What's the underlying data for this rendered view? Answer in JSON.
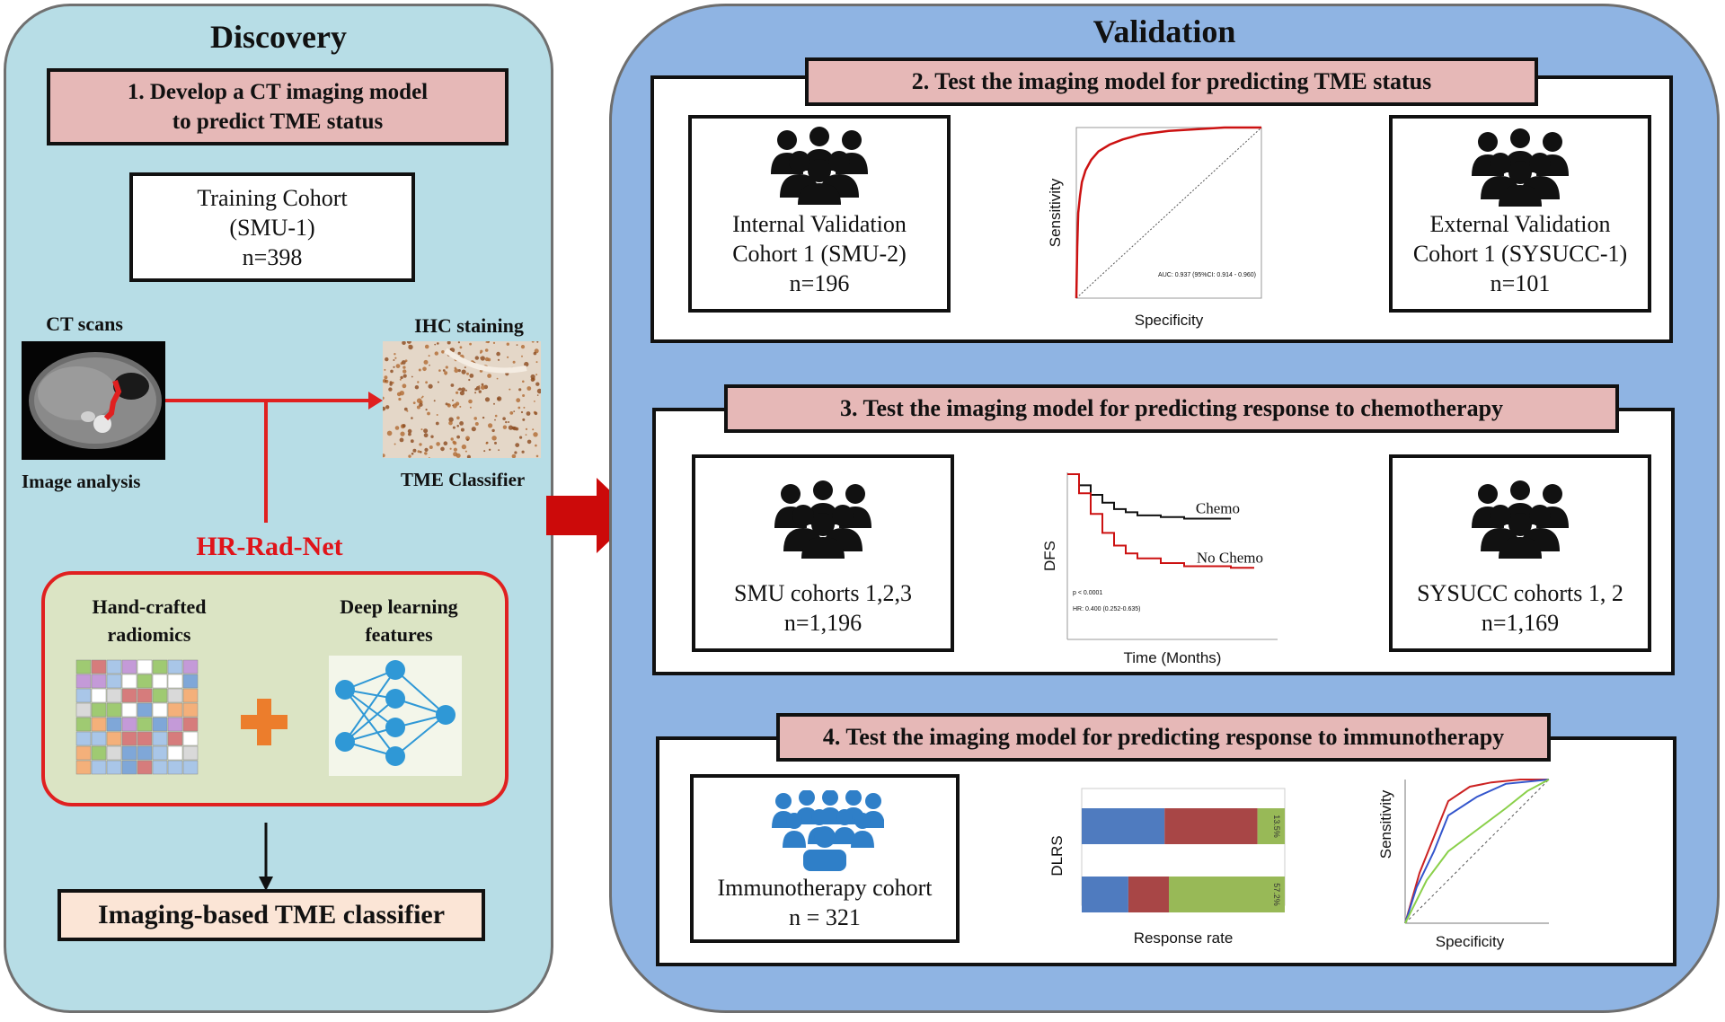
{
  "discovery": {
    "title": "Discovery",
    "step1": [
      "1.   Develop a CT imaging model",
      "to predict TME status"
    ],
    "training_cohort": [
      "Training Cohort",
      "(SMU-1)",
      "n=398"
    ],
    "ct_label": "CT scans",
    "image_analysis": "Image analysis",
    "ihc_label": "IHC staining",
    "tme_classifier_label": "TME Classifier",
    "hrradnet": "HR-Rad-Net",
    "handcrafted": [
      "Hand-crafted",
      "radiomics"
    ],
    "deep_learning": [
      "Deep learning",
      "features"
    ],
    "output": "Imaging-based TME classifier"
  },
  "validation": {
    "title": "Validation",
    "step2": "2. Test the imaging model for predicting TME status",
    "step3": "3. Test the imaging model for predicting response to chemotherapy",
    "step4": "4. Test the imaging model for predicting response to immunotherapy",
    "internal": [
      "Internal Validation",
      "Cohort 1 (SMU-2)",
      "n=196"
    ],
    "external": [
      "External Validation",
      "Cohort 1 (SYSUCC-1)",
      "n=101"
    ],
    "smu": [
      "SMU cohorts 1,2,3",
      "n=1,196"
    ],
    "sysucc": [
      "SYSUCC cohorts 1, 2",
      "n=1,169"
    ],
    "immuno": [
      "Immunotherapy cohort",
      "n = 321"
    ]
  },
  "chart_data": [
    {
      "type": "line",
      "xlabel": "Specificity",
      "ylabel": "Sensitivity",
      "annotation": "AUC: 0.937 (95%CI: 0.914 - 0.960)",
      "series": [
        {
          "color": "#cc1111",
          "x": [
            0,
            0.005,
            0.01,
            0.02,
            0.03,
            0.05,
            0.08,
            0.12,
            0.18,
            0.25,
            0.35,
            0.5,
            0.65,
            0.8,
            1.0
          ],
          "y": [
            0,
            0.3,
            0.5,
            0.6,
            0.68,
            0.75,
            0.81,
            0.86,
            0.9,
            0.93,
            0.96,
            0.98,
            0.99,
            1.0,
            1.0
          ]
        }
      ]
    },
    {
      "type": "line",
      "xlabel": "Time (Months)",
      "ylabel": "DFS",
      "annotations": [
        "p < 0.0001",
        "HR: 0.400 (0.252-0.635)"
      ],
      "series": [
        {
          "name": "Chemo",
          "color": "#111111",
          "x": [
            0,
            5,
            10,
            15,
            20,
            25,
            30,
            40,
            50,
            60,
            70
          ],
          "y": [
            1,
            0.93,
            0.87,
            0.82,
            0.78,
            0.76,
            0.74,
            0.73,
            0.72,
            0.72,
            0.72
          ]
        },
        {
          "name": "No Chemo",
          "color": "#cc1111",
          "x": [
            0,
            5,
            10,
            15,
            20,
            25,
            30,
            40,
            50,
            60,
            70,
            80
          ],
          "y": [
            1,
            0.88,
            0.75,
            0.63,
            0.55,
            0.5,
            0.47,
            0.44,
            0.42,
            0.42,
            0.41,
            0.41
          ]
        }
      ]
    },
    {
      "type": "bar",
      "xlabel": "Response rate",
      "ylabel": "DLRS",
      "stacked": true,
      "colors": [
        "#4f7bbf",
        "#a84646",
        "#98b957"
      ],
      "rows": [
        {
          "values": [
            0.41,
            0.46,
            0.135
          ],
          "label": "13.5%"
        },
        {
          "values": [
            0.23,
            0.2,
            0.572
          ],
          "label": "57.2%"
        }
      ]
    },
    {
      "type": "line",
      "xlabel": "Specificity",
      "ylabel": "Sensitivity",
      "series": [
        {
          "color": "#cc2222",
          "x": [
            0,
            0.1,
            0.2,
            0.3,
            0.45,
            0.6,
            0.8,
            1
          ],
          "y": [
            0,
            0.35,
            0.6,
            0.85,
            0.95,
            0.98,
            1,
            1
          ]
        },
        {
          "color": "#3355cc",
          "x": [
            0,
            0.08,
            0.2,
            0.3,
            0.5,
            0.7,
            1
          ],
          "y": [
            0,
            0.25,
            0.5,
            0.75,
            0.88,
            0.97,
            1
          ]
        },
        {
          "color": "#8ad04a",
          "x": [
            0,
            0.15,
            0.3,
            0.5,
            0.7,
            0.85,
            1
          ],
          "y": [
            0,
            0.3,
            0.5,
            0.65,
            0.8,
            0.92,
            1
          ]
        }
      ]
    }
  ]
}
